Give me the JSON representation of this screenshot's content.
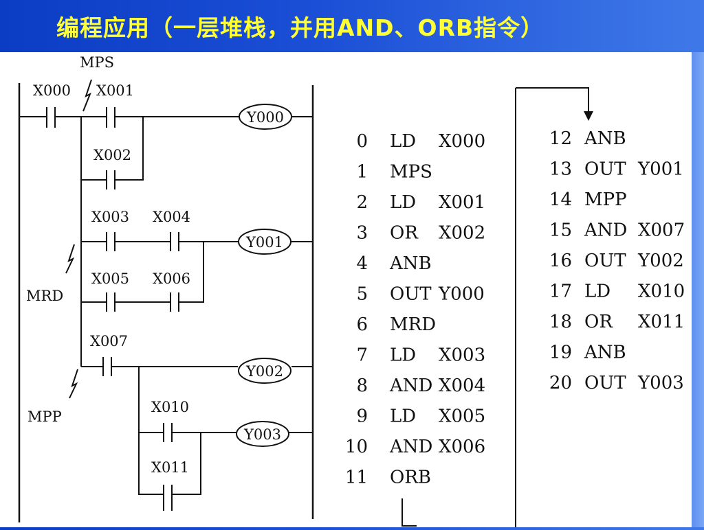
{
  "slide": {
    "title": "编程应用（一层堆栈，并用AND、ORB指令）"
  },
  "ladder": {
    "annotations": {
      "mps": "MPS",
      "mrd": "MRD",
      "mpp": "MPP"
    },
    "contacts": {
      "x000": "X000",
      "x001": "X001",
      "x002": "X002",
      "x003": "X003",
      "x004": "X004",
      "x005": "X005",
      "x006": "X006",
      "x007": "X007",
      "x010": "X010",
      "x011": "X011"
    },
    "coils": {
      "y000": "Y000",
      "y001": "Y001",
      "y002": "Y002",
      "y003": "Y003"
    }
  },
  "program": [
    {
      "step": "0",
      "op": "LD",
      "arg": "X000"
    },
    {
      "step": "1",
      "op": "MPS",
      "arg": ""
    },
    {
      "step": "2",
      "op": "LD",
      "arg": "X001"
    },
    {
      "step": "3",
      "op": "OR",
      "arg": "X002"
    },
    {
      "step": "4",
      "op": "ANB",
      "arg": ""
    },
    {
      "step": "5",
      "op": "OUT",
      "arg": "Y000"
    },
    {
      "step": "6",
      "op": "MRD",
      "arg": ""
    },
    {
      "step": "7",
      "op": "LD",
      "arg": "X003"
    },
    {
      "step": "8",
      "op": "AND",
      "arg": "X004"
    },
    {
      "step": "9",
      "op": "LD",
      "arg": "X005"
    },
    {
      "step": "10",
      "op": "AND",
      "arg": "X006"
    },
    {
      "step": "11",
      "op": "ORB",
      "arg": ""
    },
    {
      "step": "12",
      "op": "ANB",
      "arg": ""
    },
    {
      "step": "13",
      "op": "OUT",
      "arg": "Y001"
    },
    {
      "step": "14",
      "op": "MPP",
      "arg": ""
    },
    {
      "step": "15",
      "op": "AND",
      "arg": "X007"
    },
    {
      "step": "16",
      "op": "OUT",
      "arg": "Y002"
    },
    {
      "step": "17",
      "op": "LD",
      "arg": "X010"
    },
    {
      "step": "18",
      "op": "OR",
      "arg": "X011"
    },
    {
      "step": "19",
      "op": "ANB",
      "arg": ""
    },
    {
      "step": "20",
      "op": "OUT",
      "arg": "Y003"
    }
  ]
}
